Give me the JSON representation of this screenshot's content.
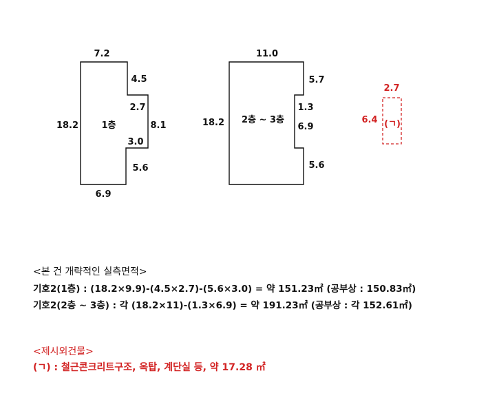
{
  "plan1": {
    "dims": {
      "top": "7.2",
      "notch_top": "4.5",
      "notch_width": "2.7",
      "right": "8.1",
      "notch_bottom": "3.0",
      "lower_right": "5.6",
      "bottom": "6.9",
      "left": "18.2"
    },
    "label": "1층"
  },
  "plan2": {
    "dims": {
      "top": "11.0",
      "upper_right": "5.7",
      "notch_width": "1.3",
      "notch_height": "6.9",
      "lower_right": "5.6",
      "left": "18.2"
    },
    "label": "2층 ~ 3층"
  },
  "plan3": {
    "dims": {
      "top": "2.7",
      "left": "6.4"
    },
    "label": "(ㄱ)"
  },
  "area_section": {
    "heading": "<본 건 개략적인 실측면적>",
    "line1": "기호2(1층) : (18.2×9.9)-(4.5×2.7)-(5.6×3.0) = 약 151.23㎡ (공부상 : 150.83㎡)",
    "line2": "기호2(2층 ~ 3층) : 각 (18.2×11)-(1.3×6.9) = 약 191.23㎡ (공부상 : 각 152.61㎡)"
  },
  "excluded_section": {
    "heading": "<제시외건물>",
    "line1": "(ㄱ) : 철근콘크리트구조, 옥탑, 계단실 등, 약 17.28 ㎡"
  },
  "colors": {
    "line": "#111111",
    "red": "#d22323"
  }
}
